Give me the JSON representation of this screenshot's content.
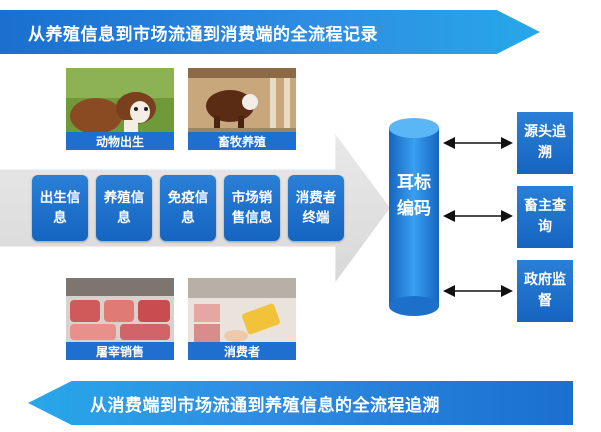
{
  "header": {
    "title": "从养殖信息到市场流通到消费端的全流程记录"
  },
  "footer": {
    "title": "从消费端到市场流通到养殖信息的全流程追溯"
  },
  "stages": [
    {
      "label": "出生信息"
    },
    {
      "label": "养殖信息"
    },
    {
      "label": "免疫信息"
    },
    {
      "label": "市场销售信息"
    },
    {
      "label": "消费者终端"
    }
  ],
  "photos": {
    "birth": {
      "caption": "动物出生"
    },
    "farming": {
      "caption": "畜牧养殖"
    },
    "slaughter": {
      "caption": "屠宰销售"
    },
    "consumer": {
      "caption": "消费者"
    }
  },
  "ear_tag": {
    "label": "耳标编码"
  },
  "functions": [
    {
      "label": "源头追溯"
    },
    {
      "label": "畜主查询"
    },
    {
      "label": "政府监督"
    }
  ]
}
